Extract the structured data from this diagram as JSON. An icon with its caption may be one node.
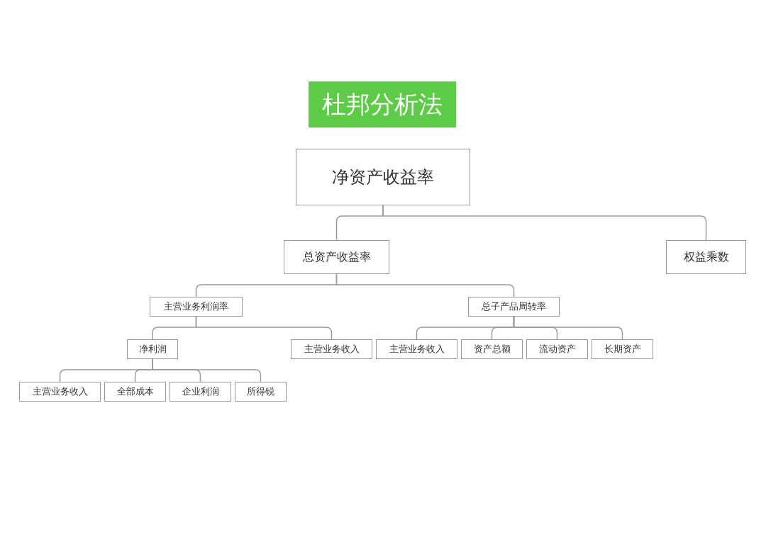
{
  "diagram": {
    "title": "杜邦分析法",
    "nodes": [
      {
        "text": [
          "净资产收益率"
        ]
      },
      {
        "text": [
          "总资产收益率"
        ]
      },
      {
        "text": [
          "权益乘数"
        ]
      },
      {
        "text": [
          "主营业务利润率"
        ]
      },
      {
        "text": [
          "总子产品周转率"
        ]
      },
      {
        "text": [
          "净利润"
        ]
      },
      {
        "text": [
          "主营业务收入"
        ]
      },
      {
        "text": [
          "主营业务收入"
        ]
      },
      {
        "text": [
          "资产总额"
        ]
      },
      {
        "text": [
          "流动资产"
        ]
      },
      {
        "text": [
          "长期资产"
        ]
      },
      {
        "text": [
          "主营业务收入"
        ]
      },
      {
        "text": [
          "全部成本"
        ]
      },
      {
        "text": [
          "企业利润"
        ]
      },
      {
        "text": [
          "所得锐"
        ]
      }
    ],
    "edges": [
      {
        "from": 0,
        "to": 1,
        "arrow": "none"
      },
      {
        "from": 0,
        "to": 2,
        "arrow": "none"
      },
      {
        "from": 1,
        "to": 3,
        "arrow": "none"
      },
      {
        "from": 1,
        "to": 4,
        "arrow": "none"
      },
      {
        "from": 3,
        "to": 5,
        "arrow": "none"
      },
      {
        "from": 3,
        "to": 6,
        "arrow": "none"
      },
      {
        "from": 4,
        "to": 7,
        "arrow": "none"
      },
      {
        "from": 4,
        "to": 8,
        "arrow": "none"
      },
      {
        "from": 4,
        "to": 9,
        "arrow": "none"
      },
      {
        "from": 4,
        "to": 10,
        "arrow": "none"
      },
      {
        "from": 5,
        "to": 11,
        "arrow": "none"
      },
      {
        "from": 5,
        "to": 12,
        "arrow": "none"
      },
      {
        "from": 5,
        "to": 13,
        "arrow": "none"
      },
      {
        "from": 5,
        "to": 14,
        "arrow": "none"
      }
    ]
  }
}
